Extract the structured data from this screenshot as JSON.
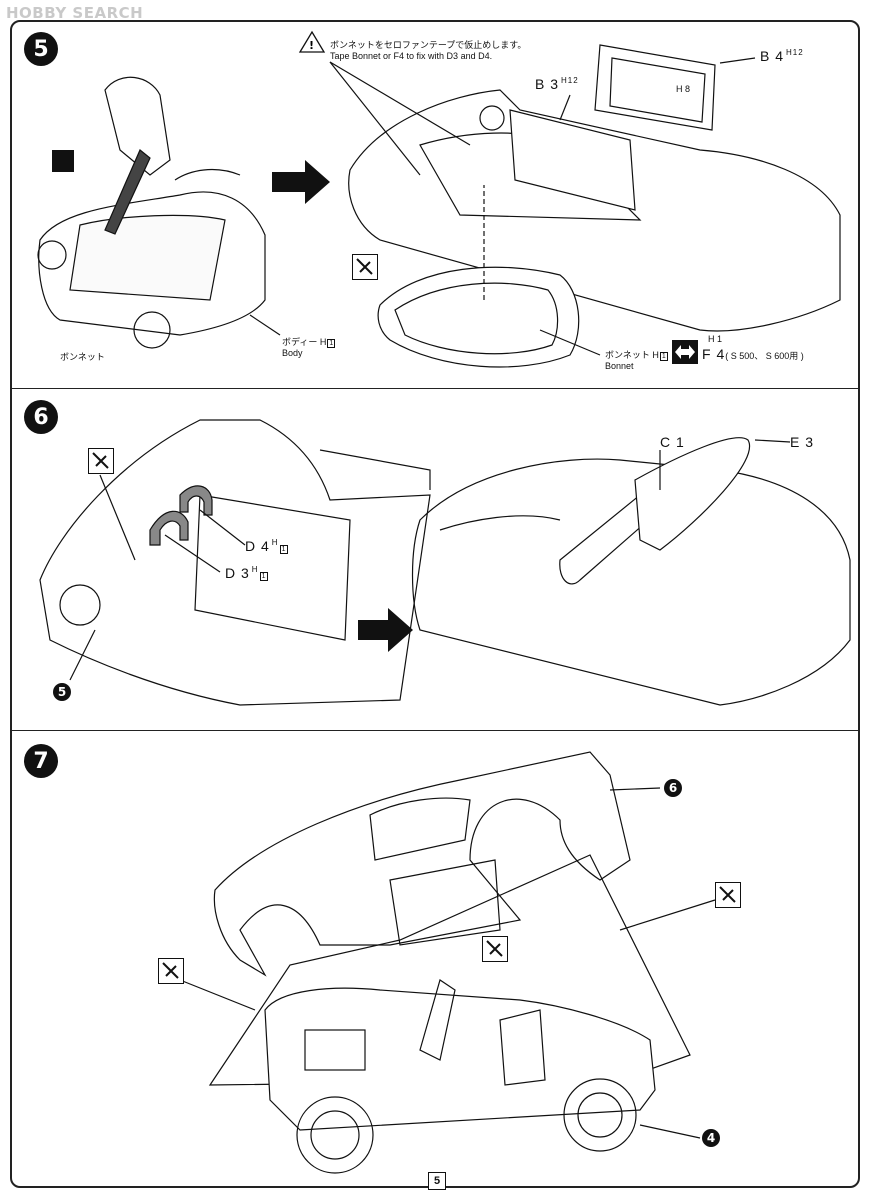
{
  "watermark": "HOBBY SEARCH",
  "page_number": "5",
  "step5": {
    "number": "5",
    "note_jp": "ボンネットをセロファンテープで仮止めします。",
    "note_en": "Tape Bonnet or F4 to fix with D3 and D4.",
    "label_bonnet_jp": "ボンネット",
    "label_body_jp": "ボディー H",
    "label_body_boxed": "1",
    "label_body_en": "Body",
    "label_b3": "B 3",
    "label_b3_sup": "H12",
    "label_b4": "B 4",
    "label_b4_sup": "H12",
    "label_h8": "H 8",
    "label_h1": "H 1",
    "label_bonnet2_jp": "ボンネット H",
    "label_bonnet2_boxed": "1",
    "label_bonnet2_en": "Bonnet",
    "label_f4": "F 4",
    "label_f4_note": "( S 500、 S 600用 )"
  },
  "step6": {
    "number": "6",
    "label_d4": "D 4",
    "label_d4_sup": "H",
    "label_d4_boxed": "1",
    "label_d3": "D 3",
    "label_d3_sup": "H",
    "label_d3_boxed": "1",
    "ref": "5",
    "label_c1": "C 1",
    "label_e3": "E 3"
  },
  "step7": {
    "number": "7",
    "ref_top": "6",
    "ref_bottom": "4"
  },
  "icons": [
    "knife-icon",
    "cement-icon",
    "arrow-right-icon"
  ]
}
